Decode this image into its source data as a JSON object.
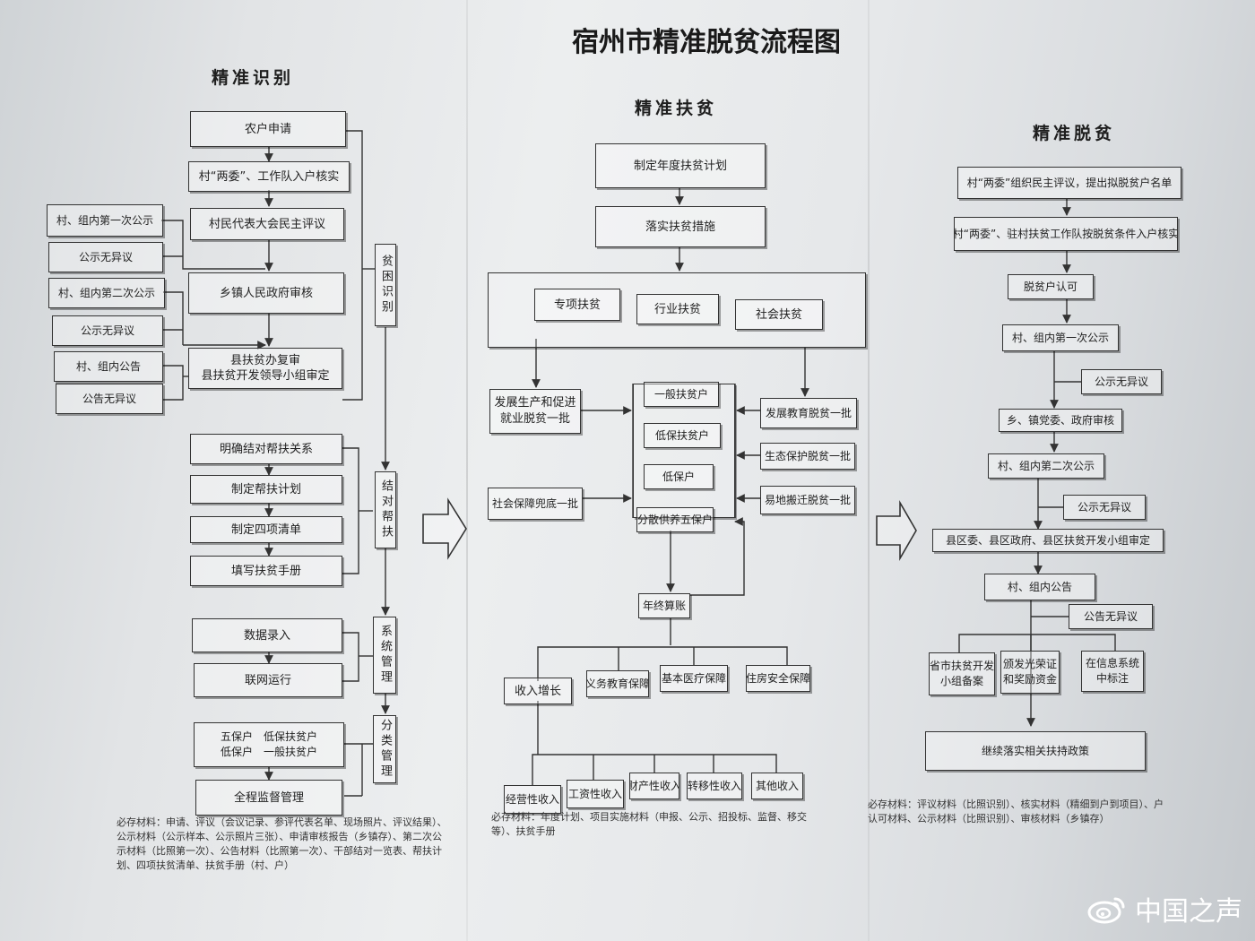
{
  "title": "宿州市精准脱贫流程图",
  "sections": {
    "identify": "精准识别",
    "assist": "精准扶贫",
    "exit": "精准脱贫"
  },
  "identify": {
    "apply": "农户申请",
    "verify": "村“两委”、工作队入户核实",
    "review": "村民代表大会民主评议",
    "publicity1": "村、组内第一次公示",
    "no_objection1": "公示无异议",
    "township": "乡镇人民政府审核",
    "publicity2": "村、组内第二次公示",
    "no_objection2": "公示无异议",
    "county_line1": "县扶贫办复审",
    "county_line2": "县扶贫开发领导小组审定",
    "announce": "村、组内公告",
    "no_objection3": "公告无异议",
    "pair": "明确结对帮扶关系",
    "plan": "制定帮扶计划",
    "list4": "制定四项清单",
    "manual": "填写扶贫手册",
    "data_entry": "数据录入",
    "network": "联网运行",
    "cats_line1": "五保户　低保扶贫户",
    "cats_line2": "低保户　一般扶贫户",
    "supervise": "全程监督管理",
    "stage_poverty": "贫困识别",
    "stage_pair": "结对帮扶",
    "stage_system": "系统管理",
    "stage_classify": "分类管理",
    "notes": "必存材料：申请、评议（会议记录、参评代表名单、现场照片、评议结果）、公示材料（公示样本、公示照片三张）、申请审核报告（乡镇存）、第二次公示材料（比照第一次）、公告材料（比照第一次）、干部结对一览表、帮扶计划、四项扶贫清单、扶贫手册（村、户）"
  },
  "assist": {
    "annual_plan": "制定年度扶贫计划",
    "measures": "落实扶贫措施",
    "special": "专项扶贫",
    "industry": "行业扶贫",
    "social": "社会扶贫",
    "production": "发展生产和促进就业脱贫一批",
    "security": "社会保障兜底一批",
    "general": "一般扶贫户",
    "dibao_poor": "低保扶贫户",
    "dibao": "低保户",
    "wubao": "分散供养五保户",
    "education": "发展教育脱贫一批",
    "ecology": "生态保护脱贫一批",
    "relocation": "易地搬迁脱贫一批",
    "year_end": "年终算账",
    "income_up": "收入增长",
    "compulsory_edu": "义务教育保障",
    "medical": "基本医疗保障",
    "housing": "住房安全保障",
    "business": "经营性收入",
    "wage": "工资性收入",
    "property": "财产性收入",
    "transfer": "转移性收入",
    "other": "其他收入",
    "notes": "必存材料：年度计划、项目实施材料（申报、公示、招投标、监督、移交等）、扶贫手册"
  },
  "exit": {
    "nominate": "村“两委”组织民主评议，提出拟脱贫户名单",
    "verify": "村“两委”、驻村扶贫工作队按脱贫条件入户核实",
    "confirm": "脱贫户认可",
    "publicity1": "村、组内第一次公示",
    "no_objection1": "公示无异议",
    "township": "乡、镇党委、政府审核",
    "publicity2": "村、组内第二次公示",
    "no_objection2": "公示无异议",
    "county": "县区委、县区政府、县区扶贫开发小组审定",
    "announce": "村、组内公告",
    "no_objection3": "公告无异议",
    "province": "省市扶贫开发小组备案",
    "honor": "颁发光荣证和奖励资金",
    "system_mark": "在信息系统中标注",
    "continue": "继续落实相关扶持政策",
    "notes": "必存材料：评议材料（比照识别）、核实材料（精细到户到项目）、户认可材料、公示材料（比照识别）、审核材料（乡镇存）"
  },
  "watermark": "中国之声",
  "watermark_icon": "weibo-icon"
}
